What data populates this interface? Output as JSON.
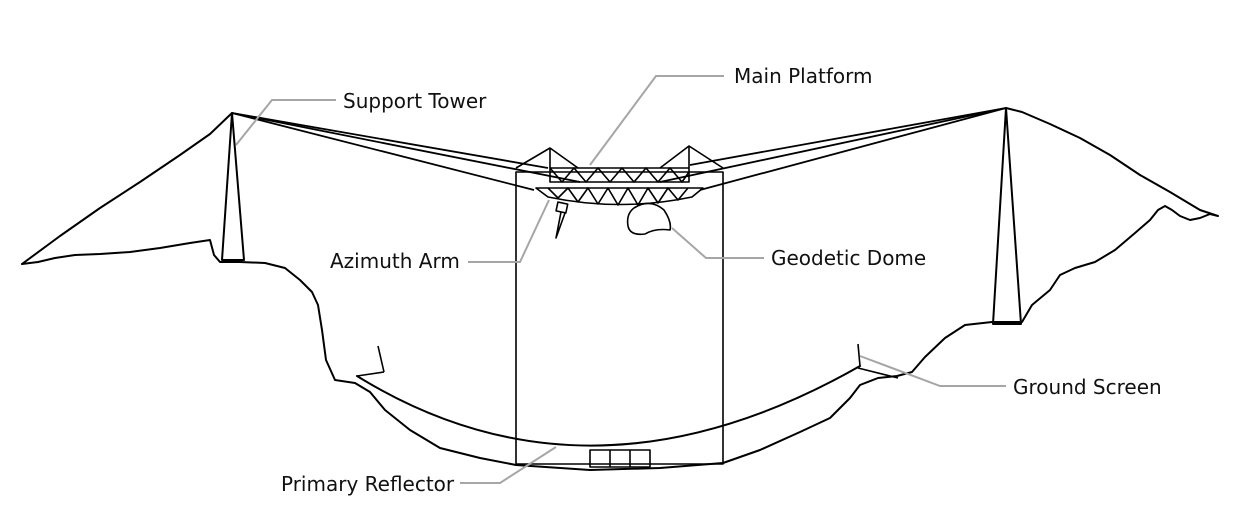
{
  "labels": {
    "main_platform": "Main Platform",
    "support_tower": "Support Tower",
    "azimuth_arm": "Azimuth Arm",
    "geodetic_dome": "Geodetic Dome",
    "ground_screen": "Ground Screen",
    "primary_reflector": "Primary Reflector"
  },
  "colors": {
    "line": "#000000",
    "leader": "#a6a6a6",
    "background": "#ffffff"
  }
}
